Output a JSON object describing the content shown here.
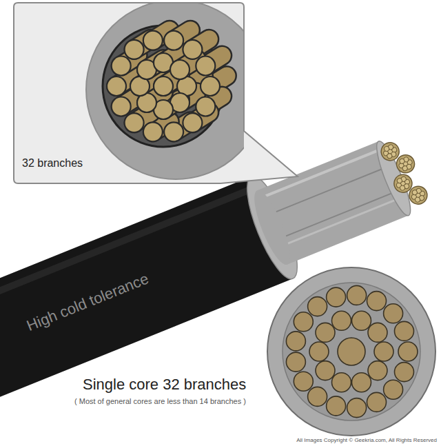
{
  "diagram": {
    "nodes": [
      {
        "text": [
          "32 branches"
        ]
      }
    ],
    "labels": [
      "High cold tolerance",
      "Single core 32 branches",
      "( Most of general cores are less than 14 branches )",
      "All Images Copyright © Geekria.com, All Rights Reserved"
    ]
  }
}
